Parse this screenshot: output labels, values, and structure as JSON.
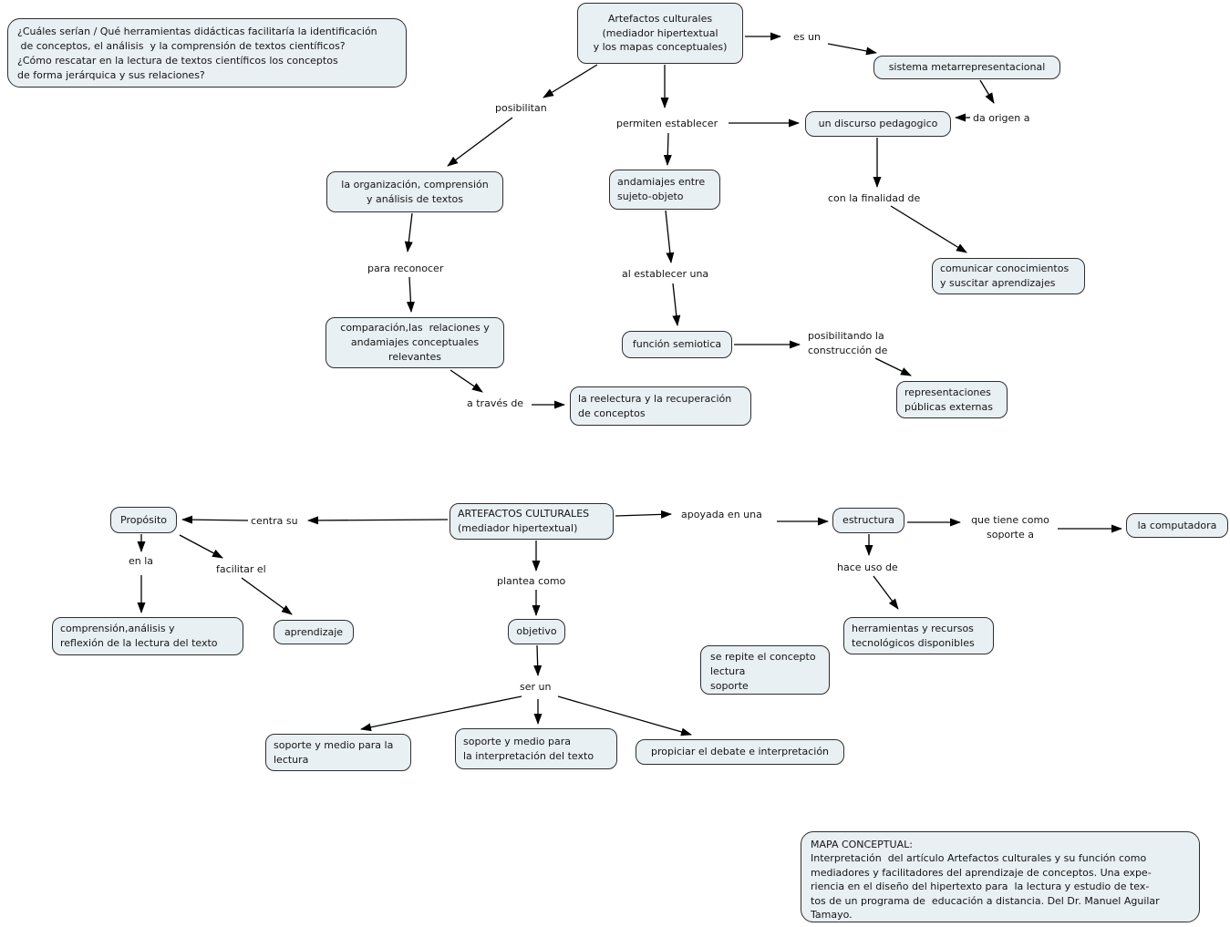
{
  "colors": {
    "background": "#ffffff",
    "node_fill": "#e9f0f3",
    "node_border": "#2e2e2e",
    "text": "#141414",
    "arrow": "#000000"
  },
  "nodes": {
    "question": "¿Cuáles serían / Qué herramientas didácticas facilitaría la identificación\n de conceptos, el análisis  y la comprensión de textos científicos?\n¿Cómo rescatar en la lectura de textos científicos los conceptos\nde forma jerárquica y sus relaciones?",
    "artefactos_top": "Artefactos culturales\n(mediador hipertextual\ny los mapas conceptuales)",
    "sistema": "sistema metarrepresentacional",
    "discurso": "un discurso pedagogico",
    "organizacion": "la organización, comprensión\ny análisis de textos",
    "andamiajes": "andamiajes entre\nsujeto-objeto",
    "comunicar": "comunicar conocimientos\ny suscitar aprendizajes",
    "comparacion": "comparación,las  relaciones y\nandamiajes conceptuales\nrelevantes",
    "funcion": "función semiotica",
    "representaciones": "representaciones\npúblicas externas",
    "reelectura": "la reelectura y la recuperación\nde conceptos",
    "proposito": "Propósito",
    "artefactos_main": "ARTEFACTOS CULTURALES\n(mediador hipertextual)",
    "estructura": "estructura",
    "computadora": "la computadora",
    "comprension": "comprensión,análisis y\nreflexión de la lectura del texto",
    "aprendizaje": "aprendizaje",
    "objetivo": "objetivo",
    "herramientas": "herramientas y recursos\ntecnológicos disponibles",
    "se_repite": "se repite el concepto\nlectura\nsoporte",
    "soporte_lectura": "soporte y medio para la\nlectura",
    "soporte_interpretacion": "soporte y medio para\nla interpretación del texto",
    "propiciar": "propiciar el debate e interpretación",
    "mapa_conceptual": "MAPA CONCEPTUAL:\nInterpretación  del artículo Artefactos culturales y su función como\nmediadores y facilitadores del aprendizaje de conceptos. Una expe-\nriencia en el diseño del hipertexto para  la lectura y estudio de tex-\ntos de un programa de  educación a distancia. Del Dr. Manuel Aguilar\nTamayo."
  },
  "labels": {
    "es_un": "es un",
    "da_origen": "da origen a",
    "permiten": "permiten establecer",
    "posibilitan": "posibilitan",
    "con_finalidad": "con la finalidad de",
    "para_reconocer": "para reconocer",
    "al_establecer": "al establecer una",
    "posibilitando": "posibilitando la\nconstrucción de",
    "a_traves": "a través de",
    "centra_su": "centra su",
    "apoyada": "apoyada en una",
    "que_tiene": "que tiene como\nsoporte a",
    "en_la": "en la",
    "facilitar": "facilitar el",
    "plantea": "plantea como",
    "hace_uso": "hace uso de",
    "ser_un": "ser un"
  }
}
